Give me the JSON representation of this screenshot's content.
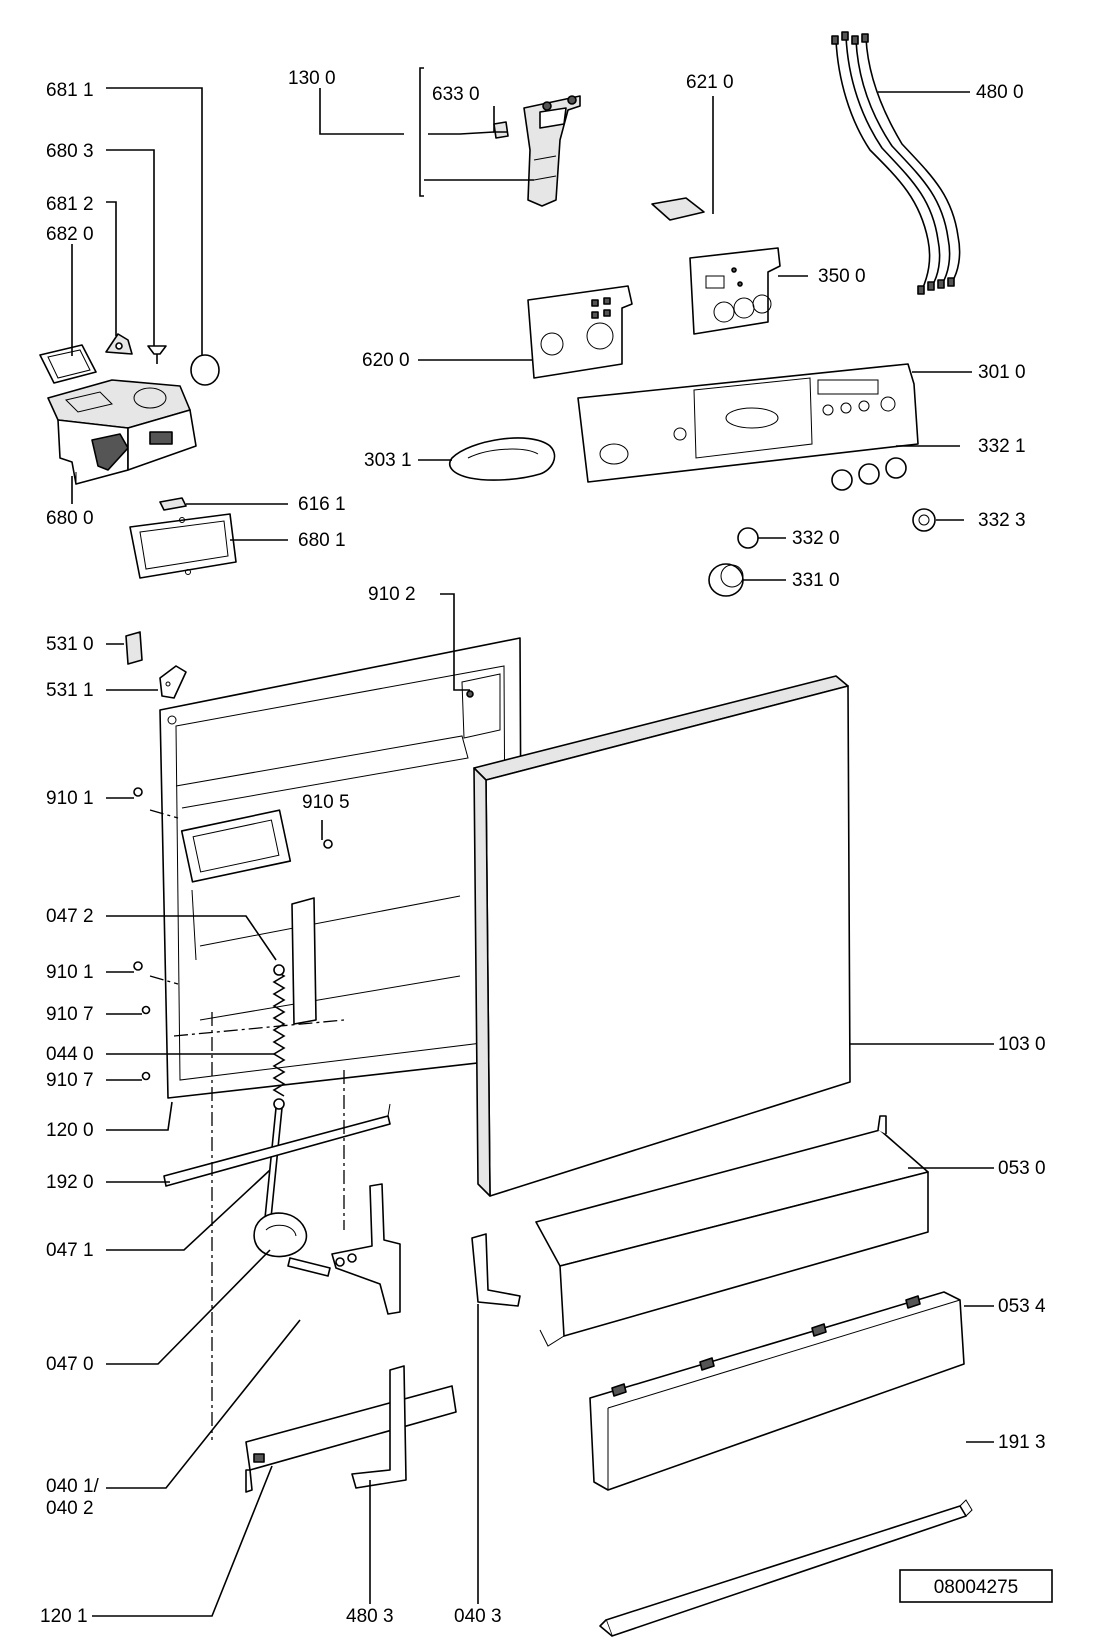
{
  "drawing_number": "08004275",
  "labels": {
    "l6811": "681 1",
    "l6803": "680 3",
    "l6812": "681 2",
    "l6820": "682 0",
    "l6800": "680 0",
    "l1300": "130 0",
    "l6330": "633 0",
    "l6210": "621 0",
    "l4800": "480 0",
    "l3500": "350 0",
    "l6200": "620 0",
    "l3010": "301 0",
    "l3031": "303 1",
    "l3321": "332 1",
    "l6161": "616 1",
    "l6801": "680 1",
    "l3323": "332 3",
    "l3320": "332 0",
    "l3310": "331 0",
    "l9102": "910 2",
    "l5310": "531 0",
    "l5311": "531 1",
    "l9101a": "910 1",
    "l9105": "910 5",
    "l0472": "047 2",
    "l9101b": "910 1",
    "l9107a": "910 7",
    "l0440": "044 0",
    "l9107b": "910 7",
    "l1030": "103 0",
    "l1200": "120 0",
    "l1920": "192 0",
    "l0530": "053 0",
    "l0471": "047 1",
    "l0534": "053 4",
    "l0470": "047 0",
    "l1913": "191 3",
    "l0401a": "040 1/",
    "l0402": "040 2",
    "l1201": "120 1",
    "l4803": "480 3",
    "l0403": "040 3"
  }
}
